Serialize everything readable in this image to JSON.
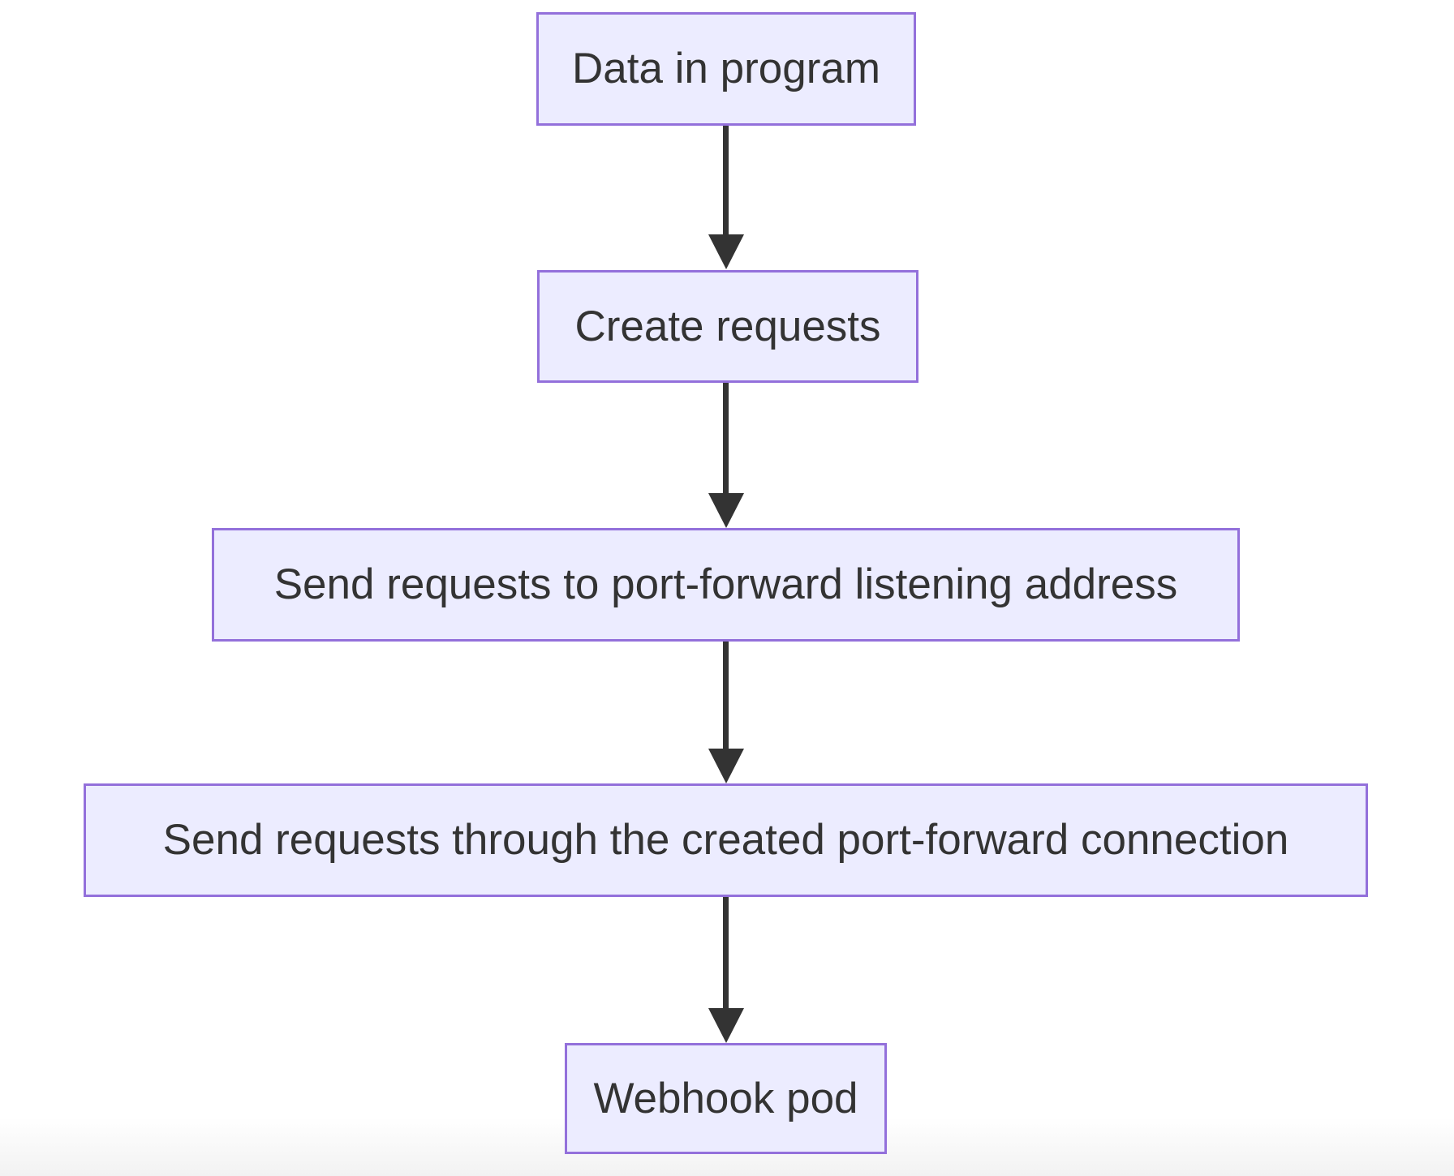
{
  "diagram": {
    "type": "flowchart",
    "direction": "top-to-bottom",
    "nodes": [
      {
        "id": "step-1",
        "label": "Data in program"
      },
      {
        "id": "step-2",
        "label": "Create requests"
      },
      {
        "id": "step-3",
        "label": "Send requests to port-forward listening address"
      },
      {
        "id": "step-4",
        "label": "Send requests through the created port-forward connection"
      },
      {
        "id": "step-5",
        "label": "Webhook pod"
      }
    ],
    "edges": [
      {
        "from": "step-1",
        "to": "step-2",
        "style": "arrow-down"
      },
      {
        "from": "step-2",
        "to": "step-3",
        "style": "arrow-down"
      },
      {
        "from": "step-3",
        "to": "step-4",
        "style": "arrow-down"
      },
      {
        "from": "step-4",
        "to": "step-5",
        "style": "arrow-down"
      }
    ],
    "colors": {
      "node_fill": "#ECECFF",
      "node_border": "#9370DB",
      "node_text": "#333333",
      "edge": "#333333",
      "background": "#FFFFFF"
    }
  }
}
